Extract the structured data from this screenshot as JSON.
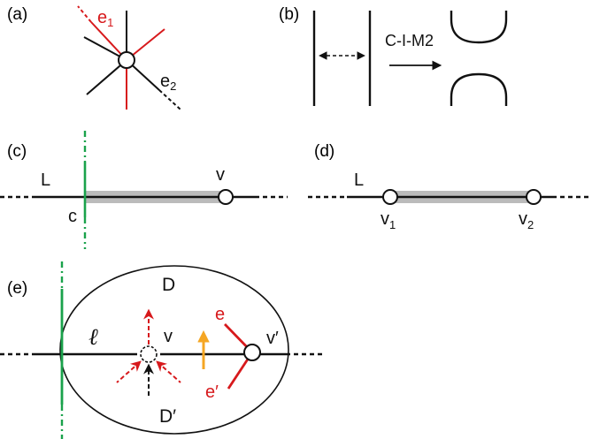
{
  "panels": {
    "a": {
      "tag": "(a)",
      "e1_base": "e",
      "e1_sub": "1",
      "e2_base": "e",
      "e2_sub": "2"
    },
    "b": {
      "tag": "(b)",
      "move": "C-I-M2"
    },
    "c": {
      "tag": "(c)",
      "line": "L",
      "cut": "c",
      "vertex": "v"
    },
    "d": {
      "tag": "(d)",
      "line": "L",
      "v1_base": "v",
      "v1_sub": "1",
      "v2_base": "v",
      "v2_sub": "2"
    },
    "e": {
      "tag": "(e)",
      "disk_top": "D",
      "disk_bottom": "D′",
      "arc": "ℓ",
      "vertex": "v",
      "vertex_prime": "v′",
      "edge": "e",
      "edge_prime": "e′"
    }
  },
  "colors": {
    "red": "#d7191c",
    "green": "#1aa24b",
    "orange": "#f5a623",
    "gray": "#bbbbbb",
    "black": "#111111"
  }
}
